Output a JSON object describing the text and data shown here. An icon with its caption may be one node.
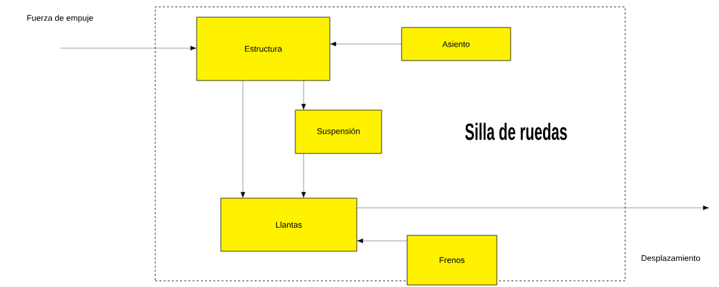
{
  "diagram": {
    "nodes": [
      {
        "text": [
          "Fuerza de empuje"
        ]
      },
      {
        "text": [
          "Silla de ruedas"
        ]
      },
      {
        "text": [
          "Estructura"
        ],
        "in": 1
      },
      {
        "text": [
          "Asiento"
        ],
        "in": 1
      },
      {
        "text": [
          "Suspensión"
        ],
        "in": 1
      },
      {
        "text": [
          "Llantas"
        ],
        "in": 1
      },
      {
        "text": [
          "Frenos"
        ]
      },
      {
        "text": [
          "Desplazamiento"
        ]
      }
    ],
    "edges": [
      {
        "from": 0,
        "to": 2,
        "arrow": "to"
      },
      {
        "from": 3,
        "to": 2,
        "arrow": "to"
      },
      {
        "from": 2,
        "to": 4,
        "arrow": "to"
      },
      {
        "from": 2,
        "to": 5,
        "arrow": "to"
      },
      {
        "from": 4,
        "to": 5,
        "arrow": "to"
      },
      {
        "from": 6,
        "to": 5,
        "arrow": "to"
      },
      {
        "from": 5,
        "to": 7,
        "arrow": "to"
      }
    ]
  }
}
